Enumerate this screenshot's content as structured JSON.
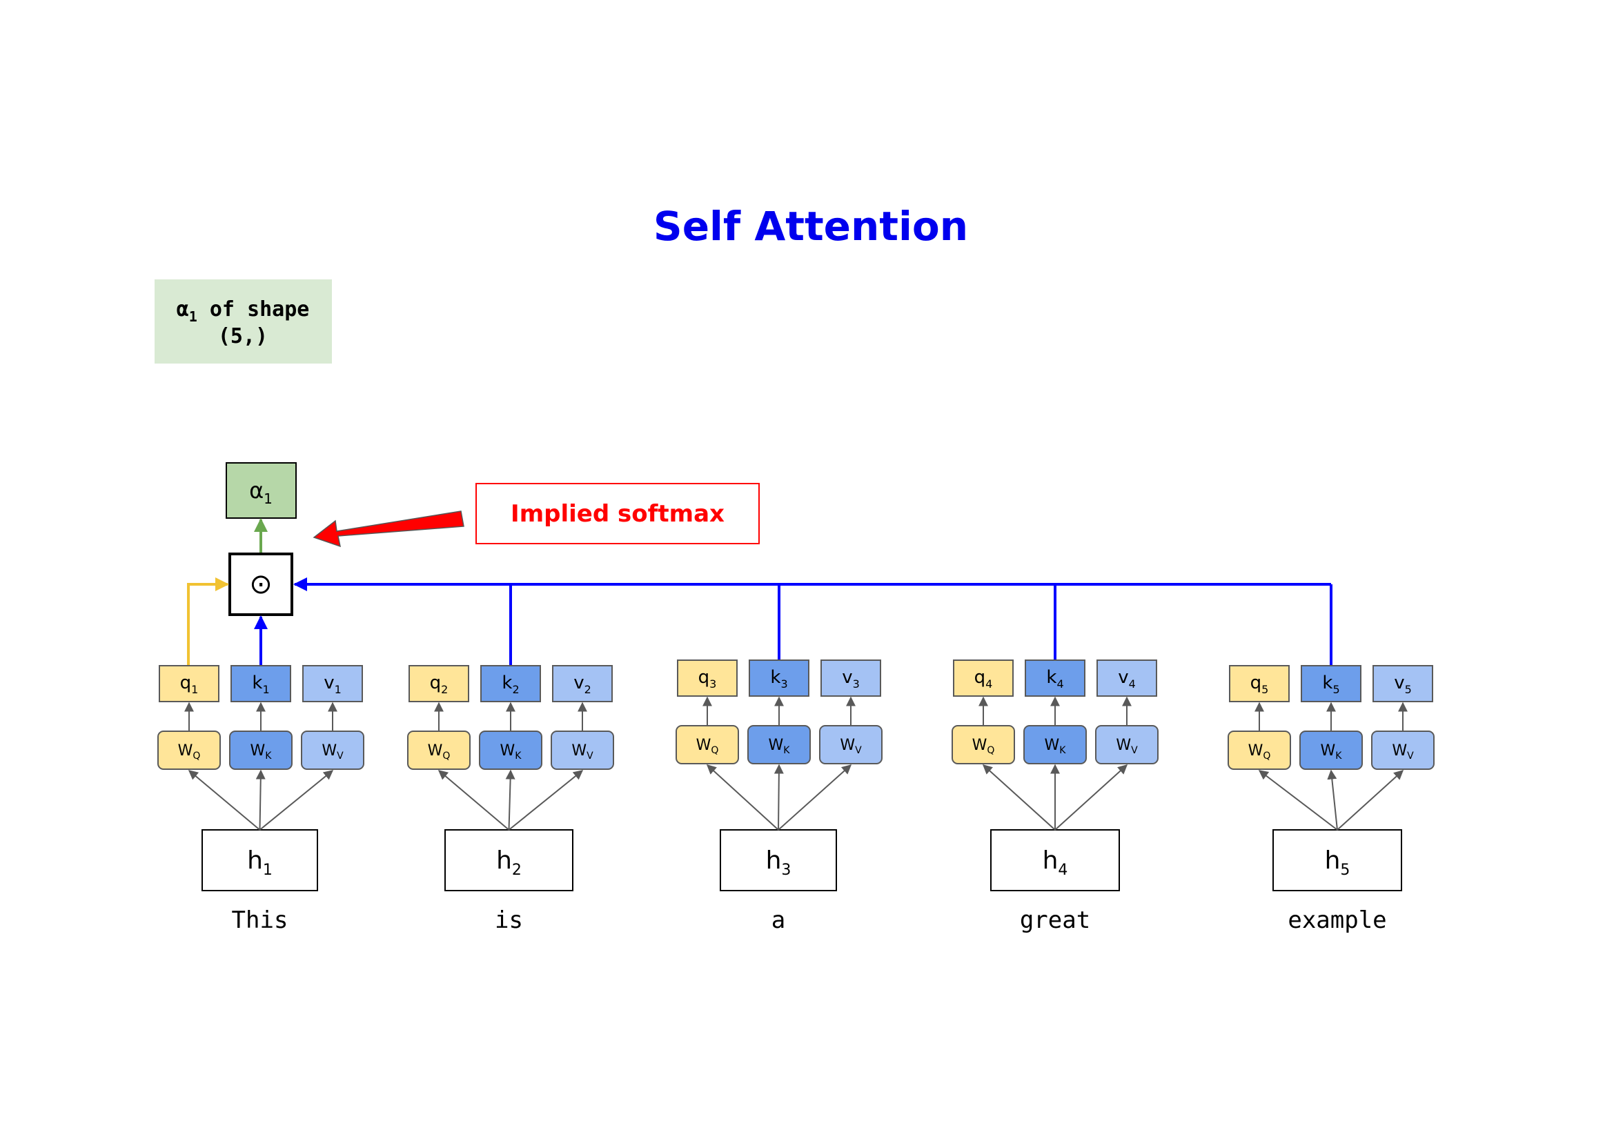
{
  "title": "Self Attention",
  "shape_note": {
    "greek": "α",
    "sub": "1",
    "rest": " of shape",
    "line2": "(5,)"
  },
  "alpha": {
    "greek": "α",
    "sub": "1"
  },
  "dot_symbol": "⊙",
  "callout": "Implied softmax",
  "colors": {
    "title": "#0000ee",
    "query": "#ffe599",
    "key": "#6d9eeb",
    "value": "#a4c2f4",
    "alpha": "#b6d7a8",
    "note_bg": "#d9ead3",
    "blue_line": "#0000ff",
    "query_line": "#f1c232",
    "alpha_line": "#6aa84f",
    "gray_arrow": "#595959",
    "callout": "#ff0000"
  },
  "tokens": [
    {
      "word": "This",
      "h": "h",
      "h_sub": "1",
      "q": "q",
      "q_sub": "1",
      "k": "k",
      "k_sub": "1",
      "v": "v",
      "v_sub": "1"
    },
    {
      "word": "is",
      "h": "h",
      "h_sub": "2",
      "q": "q",
      "q_sub": "2",
      "k": "k",
      "k_sub": "2",
      "v": "v",
      "v_sub": "2"
    },
    {
      "word": "a",
      "h": "h",
      "h_sub": "3",
      "q": "q",
      "q_sub": "3",
      "k": "k",
      "k_sub": "3",
      "v": "v",
      "v_sub": "3"
    },
    {
      "word": "great",
      "h": "h",
      "h_sub": "4",
      "q": "q",
      "q_sub": "4",
      "k": "k",
      "k_sub": "4",
      "v": "v",
      "v_sub": "4"
    },
    {
      "word": "example",
      "h": "h",
      "h_sub": "5",
      "q": "q",
      "q_sub": "5",
      "k": "k",
      "k_sub": "5",
      "v": "v",
      "v_sub": "5"
    }
  ],
  "weights": {
    "w": "W",
    "q_sub": "Q",
    "k_sub": "K",
    "v_sub": "V"
  }
}
